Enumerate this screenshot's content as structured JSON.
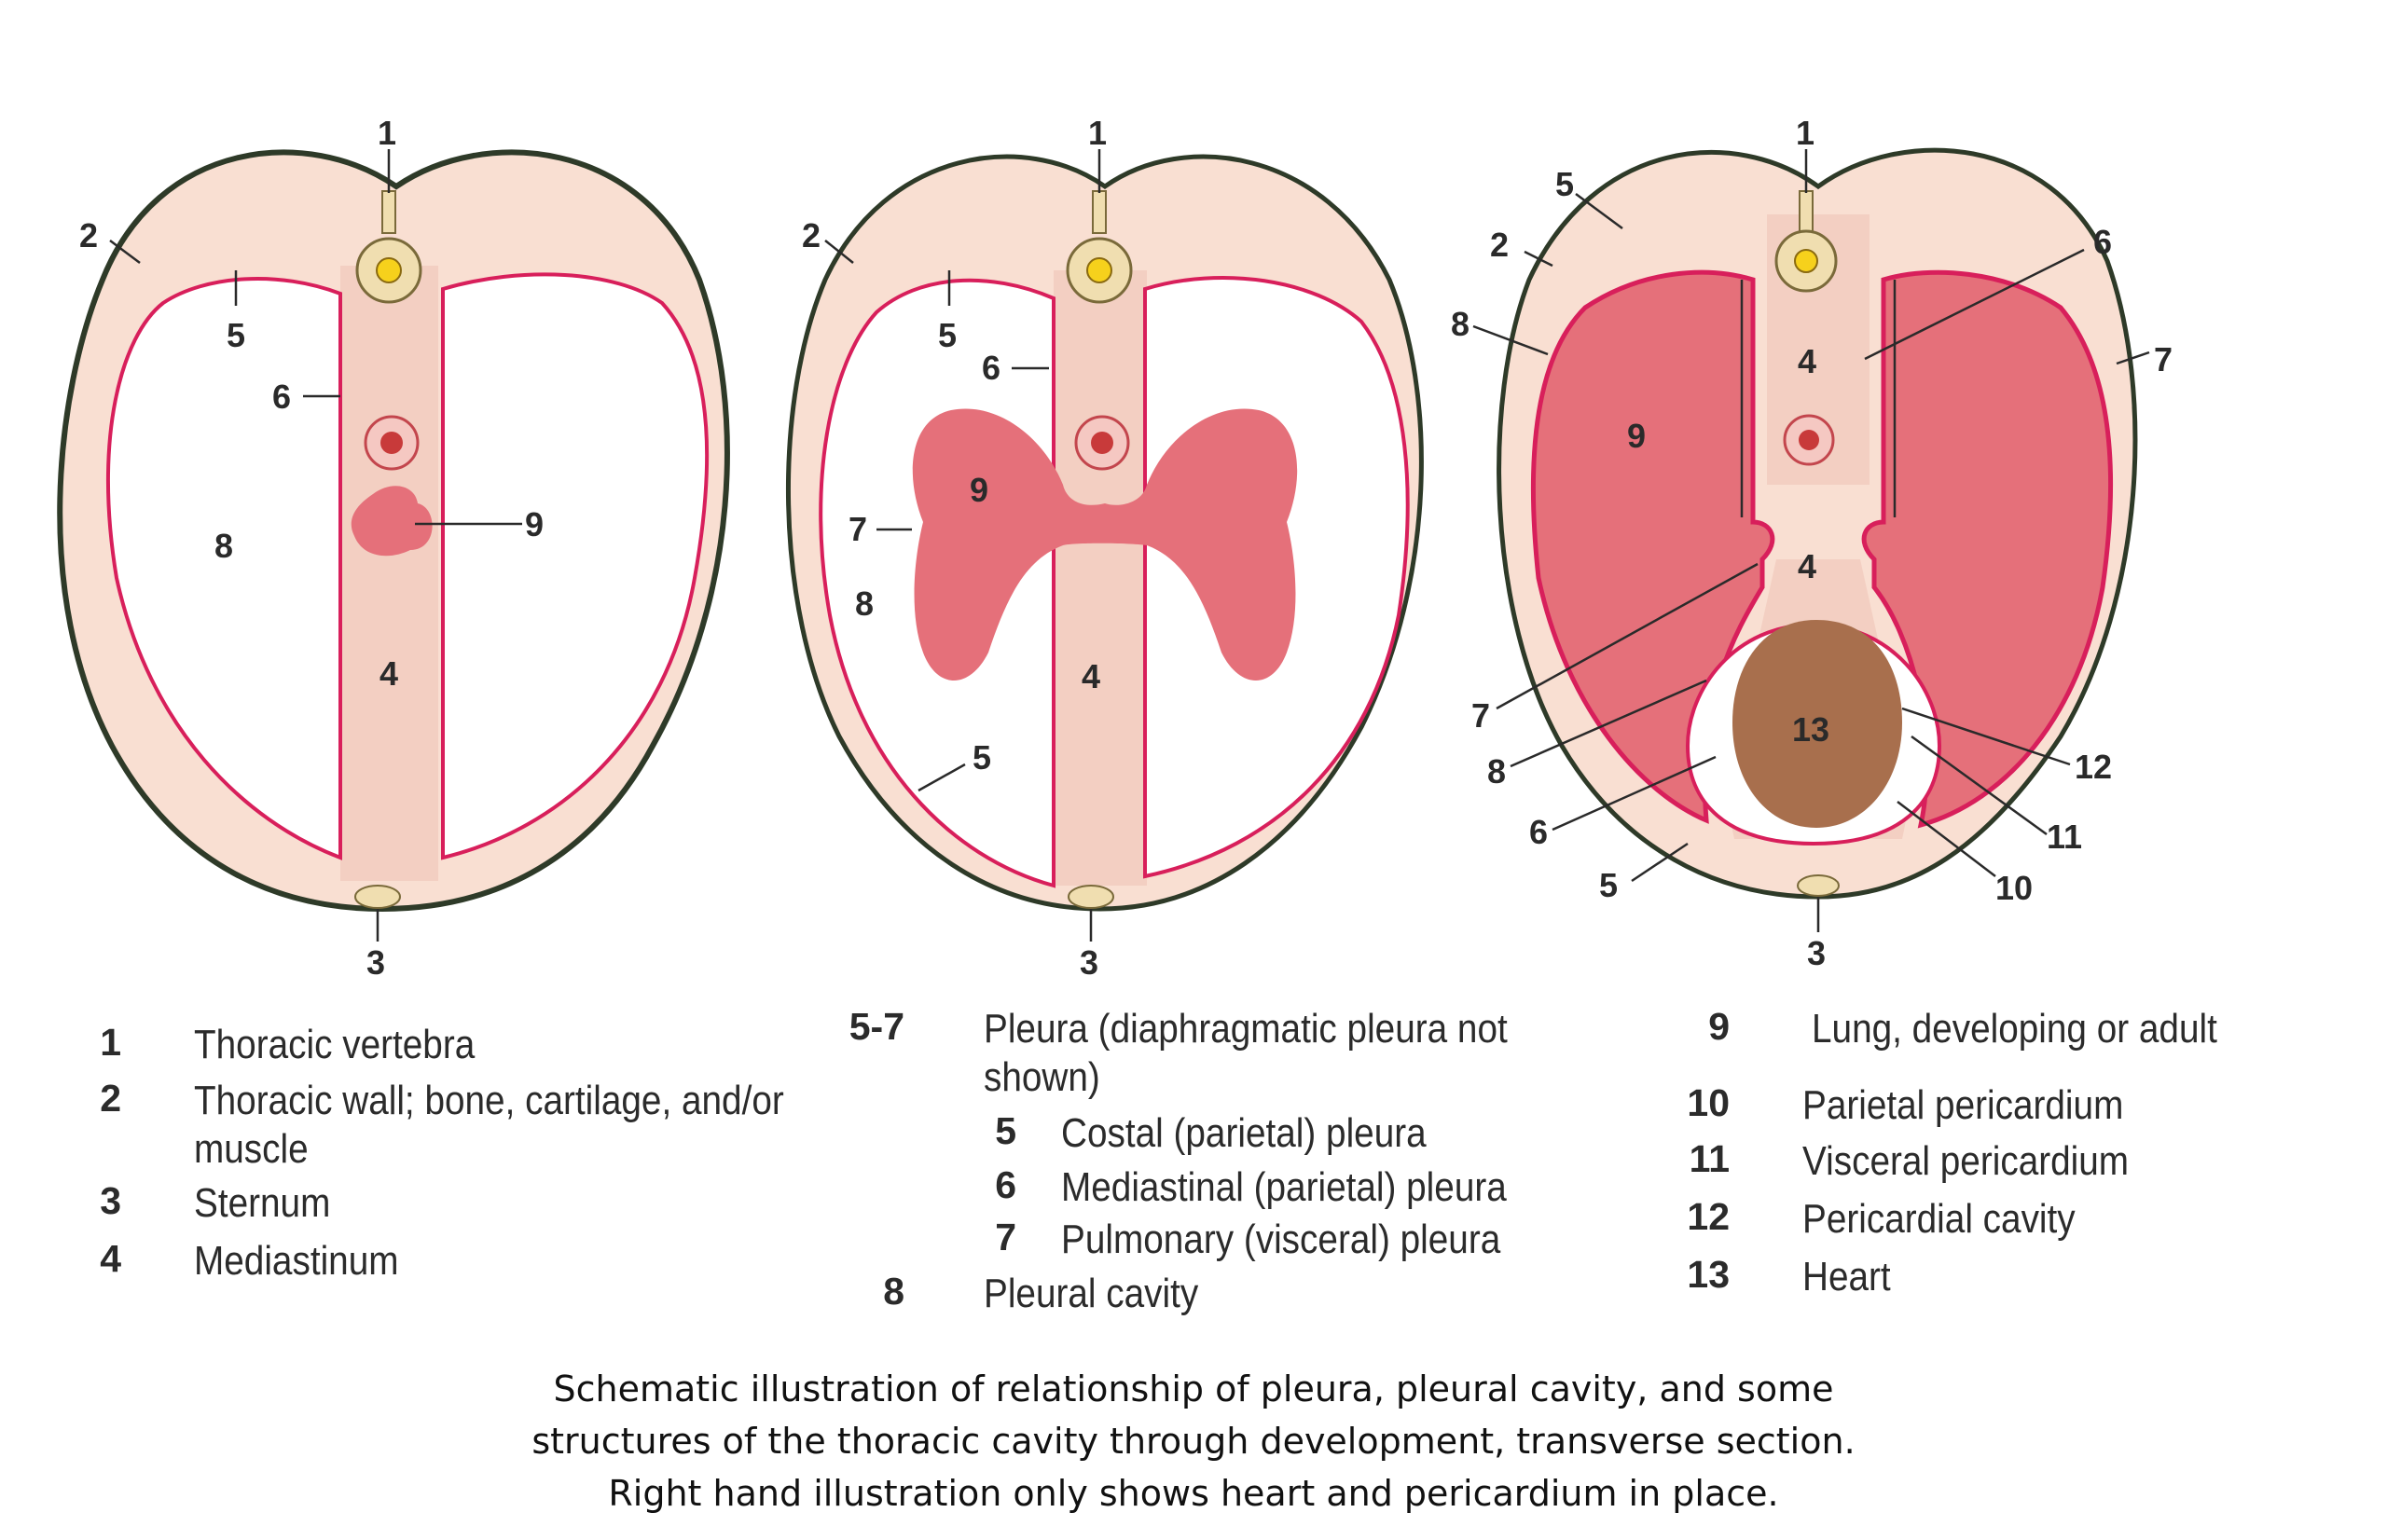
{
  "colors": {
    "outline": "#2e3a28",
    "wall": "#f9dfd2",
    "mediastinum": "#f3cfc2",
    "pleura": "#d81f5b",
    "lung": "#e5707a",
    "heart": "#a86f4d",
    "cavity": "#ffffff",
    "bone": "#f0deb0",
    "canal": "#f6d11c"
  },
  "callouts": {
    "left": [
      "1",
      "2",
      "5",
      "6",
      "9",
      "8",
      "4",
      "3"
    ],
    "middle": [
      "1",
      "2",
      "5",
      "6",
      "9",
      "7",
      "8",
      "4",
      "5",
      "3"
    ],
    "right": [
      "1",
      "5",
      "2",
      "8",
      "6",
      "4",
      "7",
      "9",
      "4",
      "7",
      "8",
      "6",
      "5",
      "13",
      "12",
      "11",
      "10",
      "3"
    ]
  },
  "legend": {
    "col1": [
      {
        "num": "1",
        "text": "Thoracic vertebra"
      },
      {
        "num": "2",
        "text": "Thoracic wall; bone, cartilage, and/or",
        "text2": "muscle"
      },
      {
        "num": "3",
        "text": "Sternum"
      },
      {
        "num": "4",
        "text": "Mediastinum"
      }
    ],
    "col2": [
      {
        "num": "5-7",
        "text": "Pleura (diaphragmatic pleura not",
        "text2": "shown)"
      },
      {
        "num": "5",
        "text": "Costal (parietal) pleura"
      },
      {
        "num": "6",
        "text": "Mediastinal (parietal) pleura"
      },
      {
        "num": "7",
        "text": "Pulmonary (visceral) pleura"
      },
      {
        "num": "8",
        "text": "Pleural cavity"
      }
    ],
    "col3": [
      {
        "num": "9",
        "text": "Lung, developing or adult"
      },
      {
        "num": "10",
        "text": "Parietal pericardium"
      },
      {
        "num": "11",
        "text": "Visceral pericardium"
      },
      {
        "num": "12",
        "text": "Pericardial cavity"
      },
      {
        "num": "13",
        "text": "Heart"
      }
    ]
  },
  "caption": {
    "line1": "Schematic illustration of relationship of pleura, pleural cavity, and some",
    "line2": "structures of the thoracic cavity through development, transverse section.",
    "line3": "Right hand illustration only shows heart and pericardium in place."
  }
}
